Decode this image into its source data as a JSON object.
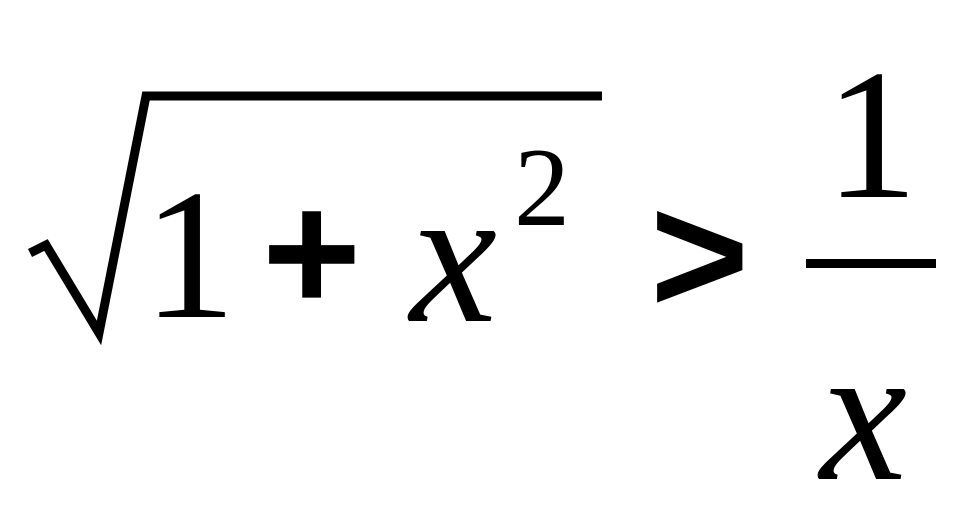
{
  "formula": {
    "radicand_one": "1",
    "plus_sign": "+",
    "variable": "x",
    "exponent": "2",
    "relation": ">",
    "numerator": "1",
    "denominator": "x"
  }
}
